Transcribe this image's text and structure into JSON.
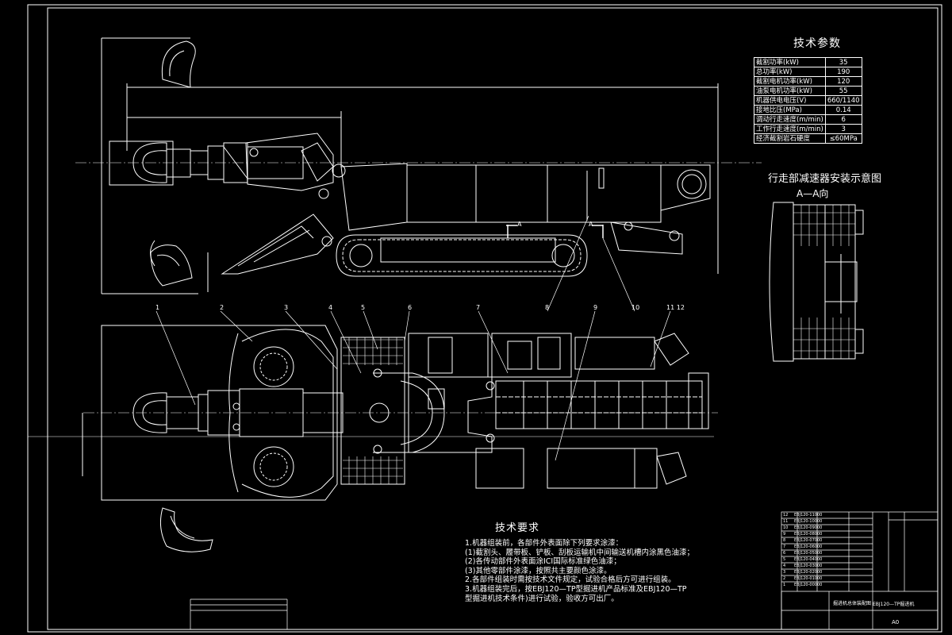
{
  "params": {
    "title": "技术参数",
    "rows": [
      {
        "label": "截割功率(kW)",
        "value": "35"
      },
      {
        "label": "总功率(kW)",
        "value": "190"
      },
      {
        "label": "截割电机功率(kW)",
        "value": "120"
      },
      {
        "label": "油泵电机功率(kW)",
        "value": "55"
      },
      {
        "label": "机器供电电压(V)",
        "value": "660/1140"
      },
      {
        "label": "接地比压(MPa)",
        "value": "0.14"
      },
      {
        "label": "调动行走速度(m/min)",
        "value": "6"
      },
      {
        "label": "工作行走速度(m/min)",
        "value": "3"
      },
      {
        "label": "经济截割岩石硬度",
        "value": "≤60MPa"
      }
    ]
  },
  "install": {
    "title": "行走部减速器安装示意图",
    "section": "A—A向"
  },
  "callouts": [
    "1",
    "2",
    "3",
    "4",
    "5",
    "6",
    "7",
    "8",
    "9",
    "10",
    "11 12"
  ],
  "section_marks": [
    "A",
    "A"
  ],
  "requirements": {
    "title": "技术要求",
    "lines": [
      "1.机器组装前，各部件外表面除下列要求涂漆：",
      "  (1)截割头、履带板、铲板、刮板运输机中间输送机槽内涂黑色油漆；",
      "  (2)各传动部件外表面涂ICI国际标准绿色油漆；",
      "  (3)其他零部件涂漆，按照共主要颜色涂漆。",
      "2.各部件组装时需按技术文件规定，试验合格后方可进行组装。",
      "3.机器组装完后，按EBJ120—TP型掘进机产品标准及EBJ120—TP",
      "  型掘进机技术条件)进行试验，验收方可出厂。"
    ]
  },
  "title_block": {
    "name": "掘进机总体装配图",
    "code": "EBJ120—TP掘进机",
    "scale": "A0",
    "parts": [
      {
        "no": "12",
        "code": "EBJ120-11000"
      },
      {
        "no": "11",
        "code": "EBJ120-10000"
      },
      {
        "no": "10",
        "code": "EBJ120-09000"
      },
      {
        "no": "9",
        "code": "EBJ120-08000"
      },
      {
        "no": "8",
        "code": "EBJ120-07000"
      },
      {
        "no": "7",
        "code": "EBJ120-06000"
      },
      {
        "no": "6",
        "code": "EBJ120-05000"
      },
      {
        "no": "5",
        "code": "EBJ120-04000"
      },
      {
        "no": "4",
        "code": "EBJ120-03000"
      },
      {
        "no": "3",
        "code": "EBJ120-02000"
      },
      {
        "no": "2",
        "code": "EBJ120-01000"
      },
      {
        "no": "1",
        "code": "EBJ120-00000"
      }
    ]
  },
  "colors": {
    "background": "#000000",
    "line": "#ffffff",
    "accent": "#ff3030",
    "cyan": "#00e5ff"
  }
}
